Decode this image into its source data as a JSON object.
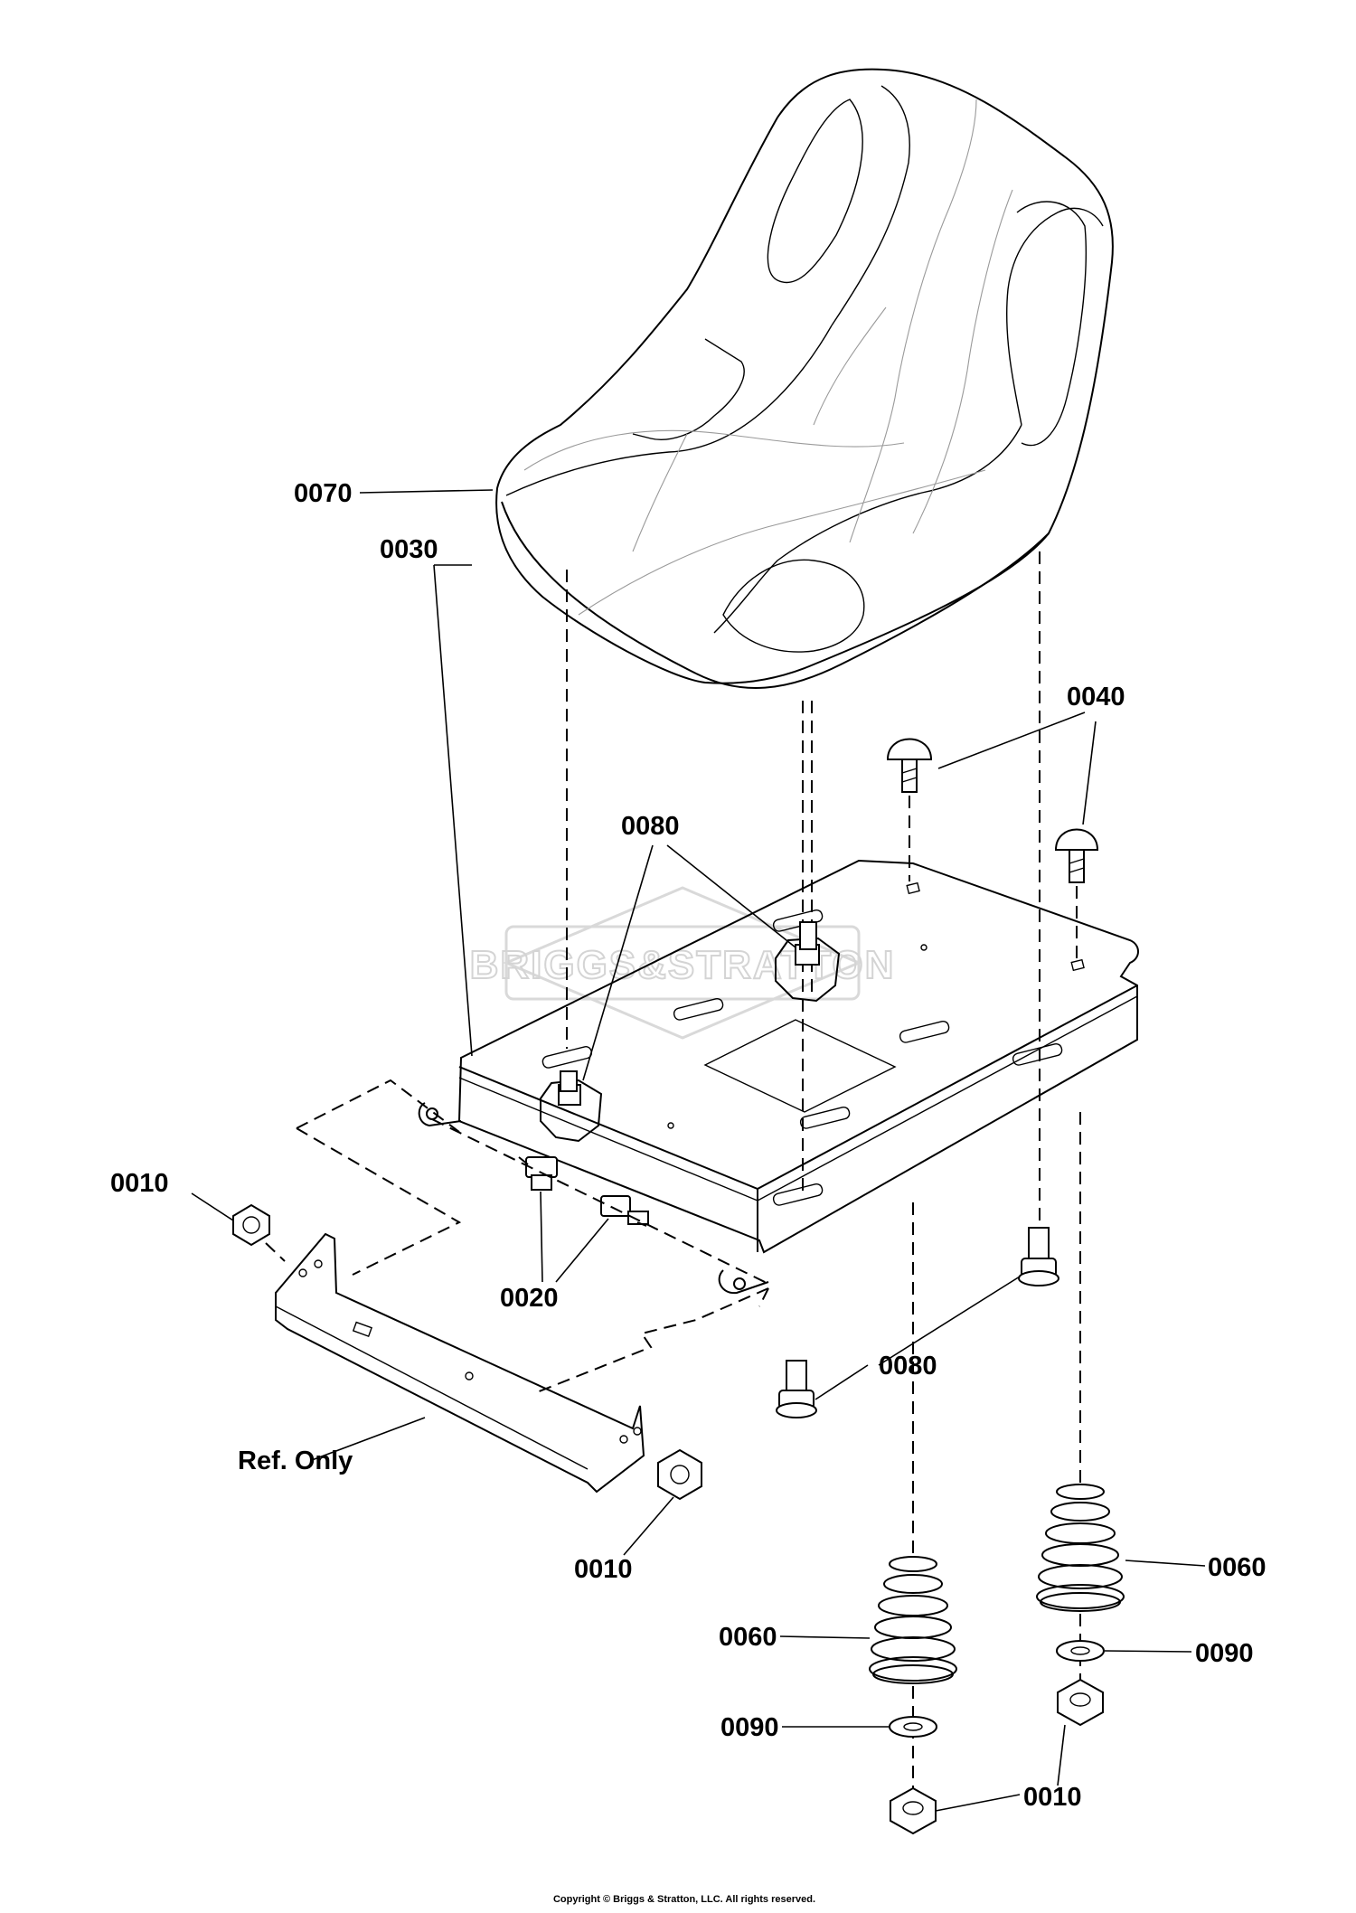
{
  "labels": {
    "seat": "0070",
    "carriage_bolt_top": "0040",
    "bolt_upper": "0080",
    "seat_pan": "0030",
    "nut_left": "0010",
    "shoulder_bolt": "0020",
    "bolt_lower": "0080",
    "ref_only": "Ref. Only",
    "nut_bracket": "0010",
    "spring_left": "0060",
    "spring_right": "0060",
    "washer_right": "0090",
    "washer_left": "0090",
    "nut_bottom": "0010"
  },
  "watermark": "BRIGGS&STRATTON",
  "copyright": "Copyright © Briggs & Stratton, LLC. All rights reserved."
}
